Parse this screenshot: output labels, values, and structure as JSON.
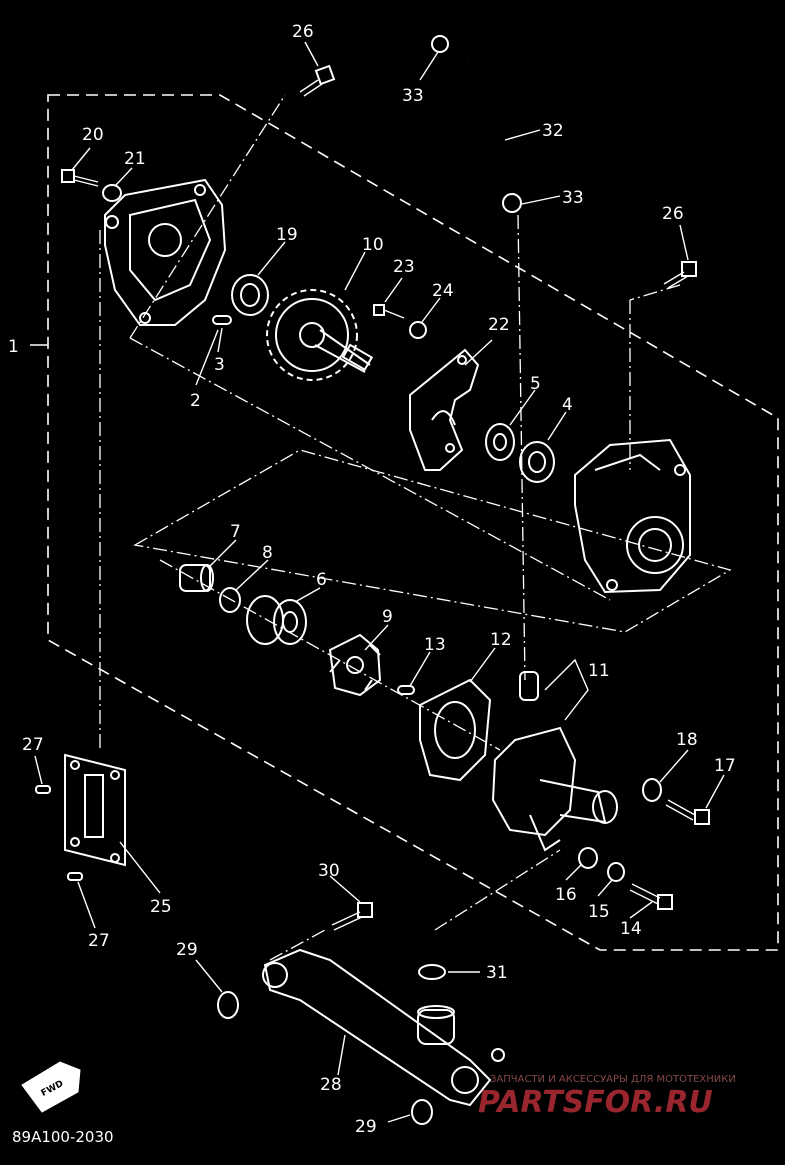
{
  "diagram": {
    "labels": [
      "1",
      "2",
      "3",
      "4",
      "5",
      "6",
      "7",
      "8",
      "9",
      "10",
      "11",
      "12",
      "13",
      "14",
      "15",
      "16",
      "17",
      "18",
      "19",
      "20",
      "21",
      "22",
      "23",
      "24",
      "25",
      "26",
      "26",
      "27",
      "27",
      "28",
      "29",
      "29",
      "30",
      "31",
      "32",
      "33",
      "33"
    ],
    "code": "89A100-2030",
    "fwd": "FWD",
    "watermark_small": "ЗАПЧАСТИ И АКСЕССУАРЫ ДЛЯ МОТОТЕХНИКИ",
    "watermark_big": "PARTSFOR.RU",
    "colors": {
      "background": "#000000",
      "line": "#ffffff",
      "watermark": "#c0303a"
    }
  }
}
